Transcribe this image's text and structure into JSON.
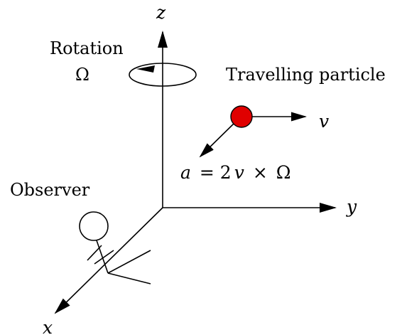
{
  "axes": {
    "z_label": "z",
    "y_label": "y",
    "x_label": "x"
  },
  "rotation": {
    "title": "Rotation",
    "symbol": "Ω"
  },
  "particle": {
    "label": "Travelling particle",
    "color": "#e00000",
    "velocity_label": "v"
  },
  "acceleration": {
    "a": "a",
    "equals": "= 2",
    "v": "v",
    "times": "×",
    "omega": "Ω"
  },
  "observer": {
    "label": "Observer"
  },
  "colors": {
    "ink": "#000000",
    "particle_fill": "#e00000",
    "background": "#ffffff"
  }
}
